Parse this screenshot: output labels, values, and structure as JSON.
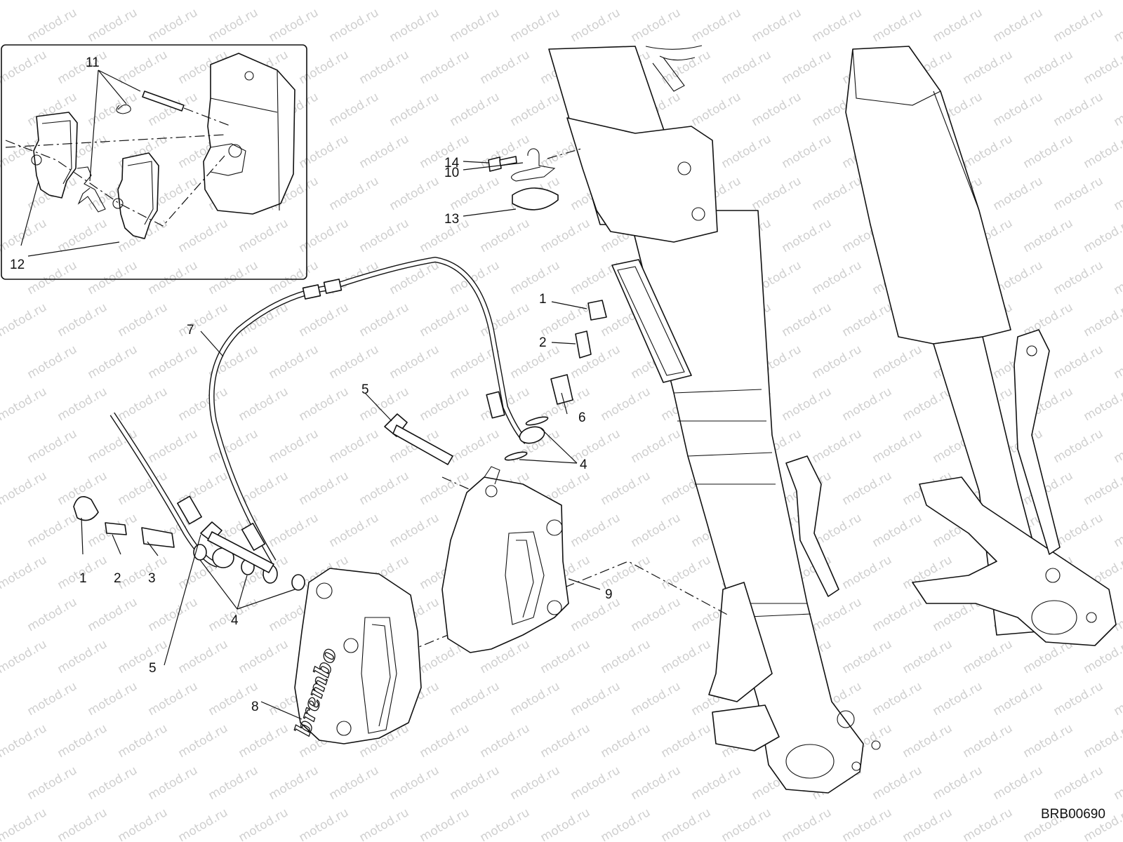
{
  "watermark": "motod.ru",
  "drawing_code": "BRB00690",
  "brand_logo": "brembo",
  "labels": {
    "in_11": "11",
    "in_12": "12",
    "p14": "14",
    "p10": "10",
    "p13": "13",
    "p7": "7",
    "p1_right": "1",
    "p2_right": "2",
    "p5_top": "5",
    "p6": "6",
    "p4_right": "4",
    "p1_left": "1",
    "p2_left": "2",
    "p3": "3",
    "p4_left": "4",
    "p9": "9",
    "p5_bottom": "5",
    "p8": "8"
  }
}
